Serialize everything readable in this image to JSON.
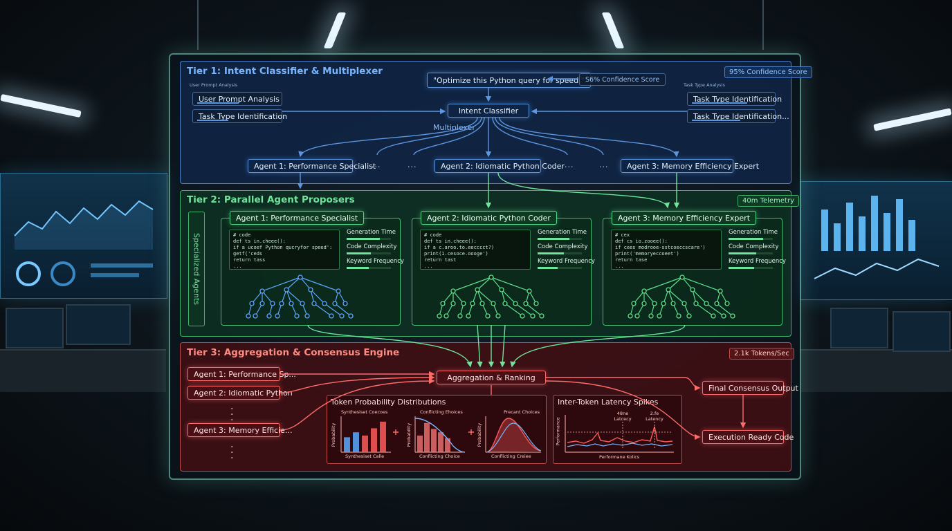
{
  "tier1": {
    "title": "Tier 1: Intent Classifier & Multiplexer",
    "confidence_badge": "95% Confidence Score",
    "prompt_box": "\"Optimize this Python query for speed.\"",
    "confidence_label": "S6% Confidence Score",
    "left_caption": "User Prompt Analysis",
    "left_items": [
      "User Prompt Analysis",
      "Task Type Identification"
    ],
    "right_caption": "Task Type Analysis",
    "right_items": [
      "Task Type Identification",
      "Task Type Identification..."
    ],
    "classifier": "Intent Classifier",
    "multiplexer": "Multiplexer",
    "agents": [
      "Agent 1: Performance Specialist",
      "Agent 2: Idiomatic Python Coder",
      "Agent 3: Memory Efficiency Expert"
    ],
    "ellipsis": "..."
  },
  "tier2": {
    "title": "Tier 2: Parallel Agent Proposers",
    "badge": "40m Telemetry",
    "vertical_label": "Specialized Agents",
    "metrics": [
      "Generation Time",
      "Code Complexity",
      "Keyword Frequency"
    ],
    "cards": [
      {
        "title": "Agent 1: Performance Specialist",
        "code": [
          "# code",
          "def ts in.cheee():",
          "  if a ucoef Python qucryfor speed':",
          "    getf('ceds",
          "  return tass",
          "..."
        ],
        "metric_levels": [
          0.75,
          0.55,
          0.5
        ],
        "tree_color": "#5aa8ff"
      },
      {
        "title": "Agent 2: Idiomatic Python Coder",
        "code": [
          "# code",
          "def ts in.cheee():",
          "  if a c.aroo.to.eecccct?)",
          "    print(1.cesoce.oooge')",
          "  return tast",
          "..."
        ],
        "metric_levels": [
          0.72,
          0.6,
          0.45
        ],
        "tree_color": "#5fe08c"
      },
      {
        "title": "Agent 3: Memory Efficiency Expert",
        "code": [
          "# cex",
          "def cs io.zooee():",
          "  if cees modrooe-sstcoeccscare')",
          "    print('memoryeccoeet')",
          "  return tase",
          "..."
        ],
        "metric_levels": [
          0.78,
          0.62,
          0.58
        ],
        "tree_color": "#5fe08c"
      }
    ]
  },
  "tier3": {
    "title": "Tier 3: Aggregation & Consensus Engine",
    "badge": "2.1k Tokens/Sec",
    "inputs": [
      "Agent 1: Performance Sp...",
      "Agent 2: Idiomatic Python",
      "Agent 3: Memory Efficie..."
    ],
    "aggregation": "Aggregation & Ranking",
    "final_output": "Final Consensus Output",
    "exec_ready": "Execution Ready Code",
    "token_panel": {
      "title": "Token Probability Distributions",
      "sub_labels": [
        "Synthesiset Coecoes",
        "Conflicting Ehoices",
        "Precant Choices"
      ],
      "y_label": "Probability",
      "x_labels": [
        "Synthesiset Calle",
        "Conflicting Choice",
        "Conflicting Creiee"
      ],
      "bars_a": [
        0.45,
        0.6,
        0.5,
        0.72,
        0.92
      ],
      "bars_b": [
        0.5,
        0.88,
        0.7,
        0.6,
        0.42
      ]
    },
    "latency_panel": {
      "title": "Inter-Token Latency Spikes",
      "annotations": [
        "48ne Latcecy",
        "2.fe Latency"
      ],
      "y_label": "Performance",
      "x_label": "Performane Kolics"
    }
  }
}
